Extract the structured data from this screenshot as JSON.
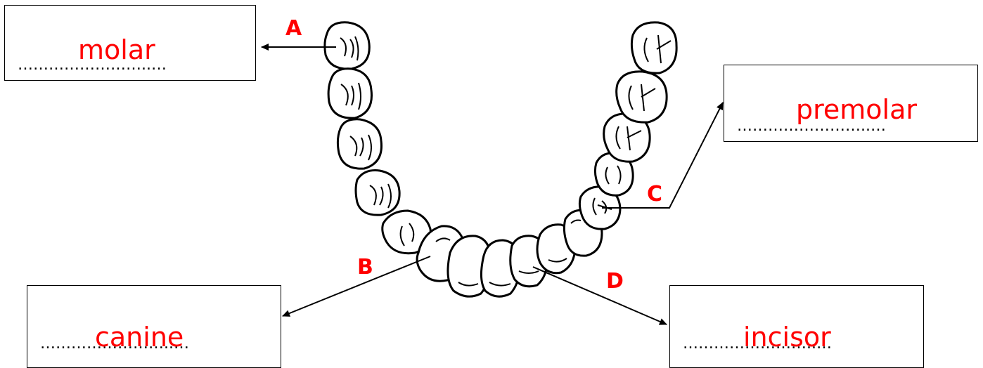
{
  "labels": {
    "A": "A",
    "B": "B",
    "C": "C",
    "D": "D"
  },
  "answers": {
    "molar": "molar",
    "premolar": "premolar",
    "canine": "canine",
    "incisor": "incisor"
  },
  "dots": "……………………..…",
  "colors": {
    "answer": "#ff0000",
    "line": "#000000"
  }
}
